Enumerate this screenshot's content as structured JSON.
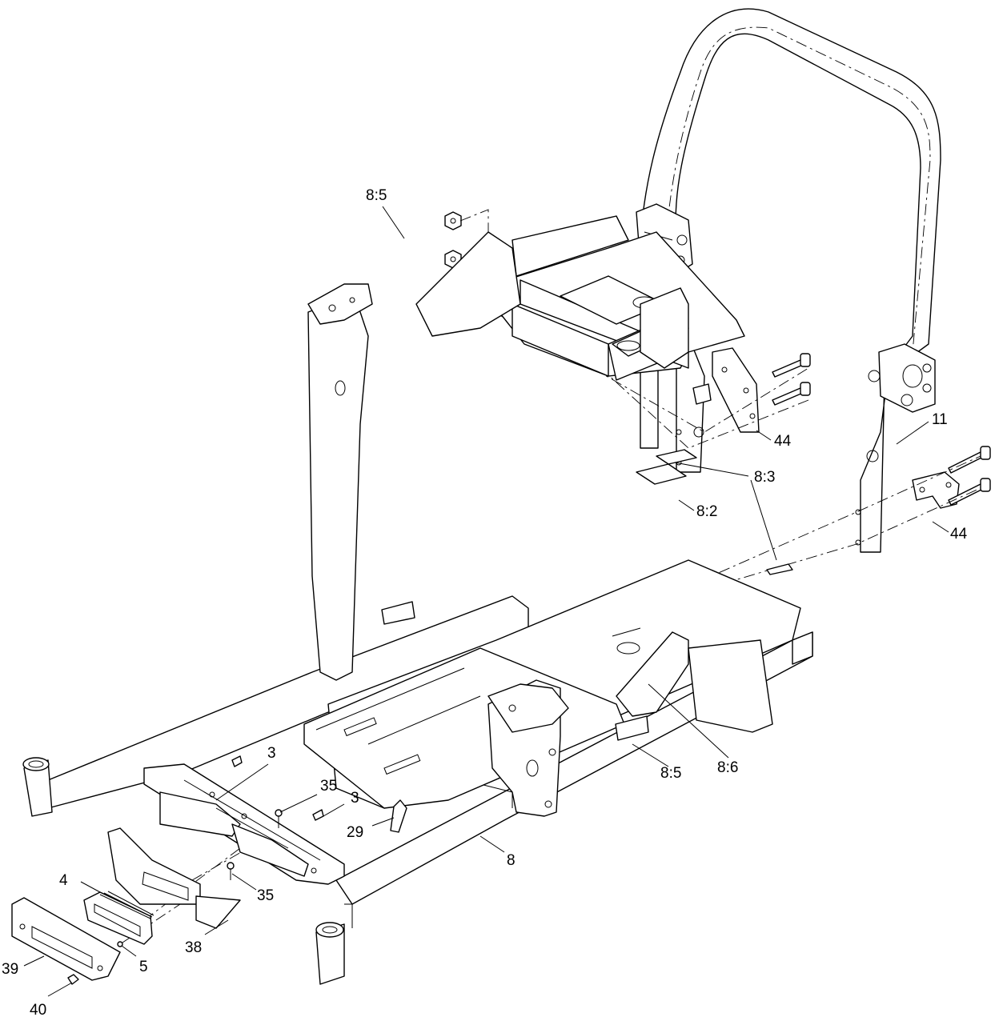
{
  "labels": {
    "l_11": "11",
    "l_44a": "44",
    "l_44b": "44",
    "l_83": "8:3",
    "l_82": "8:2",
    "l_85a": "8:5",
    "l_85b": "8:5",
    "l_86": "8:6",
    "l_3a": "3",
    "l_3b": "3",
    "l_35a": "35",
    "l_35b": "35",
    "l_29": "29",
    "l_8": "8",
    "l_4": "4",
    "l_38": "38",
    "l_5": "5",
    "l_39": "39",
    "l_40": "40"
  }
}
